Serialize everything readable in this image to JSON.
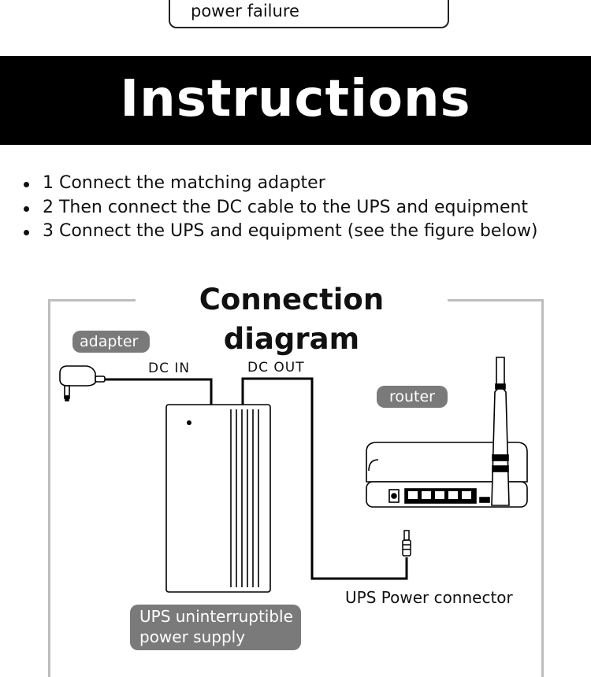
{
  "top_box": {
    "text": "power failure"
  },
  "banner": {
    "title": "Instructions"
  },
  "steps": [
    "1 Connect the matching adapter",
    "2 Then connect the DC cable to the UPS and equipment",
    "3 Connect the UPS and equipment (see the figure below)"
  ],
  "diagram": {
    "title": "Connection diagram",
    "labels": {
      "adapter": "adapter",
      "dc_in": "DC IN",
      "dc_out": "DC OUT",
      "router": "router",
      "ups_power_connector": "UPS Power connector",
      "ups_line1": "UPS uninterruptible",
      "ups_line2": "power supply"
    }
  },
  "colors": {
    "banner": "#000000",
    "pill": "#7a7a7a",
    "frame": "#bdbdbd"
  }
}
